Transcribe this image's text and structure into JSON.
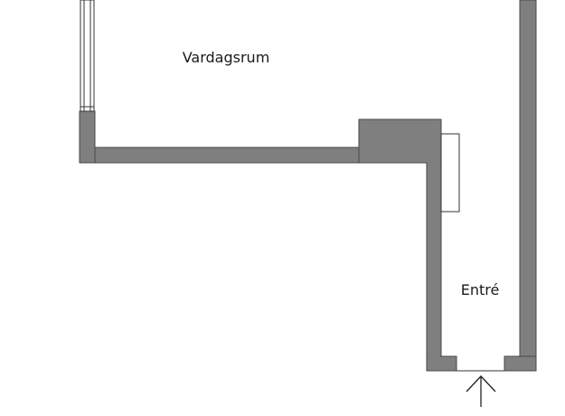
{
  "floor_plan": {
    "rooms": [
      {
        "id": "living-room",
        "label": "Vardagsrum"
      },
      {
        "id": "entrance",
        "label": "Entré"
      }
    ],
    "colors": {
      "wall_fill": "#7f7f7f",
      "wall_stroke": "#4a4a4a",
      "background": "#ffffff",
      "line": "#333333"
    },
    "symbols": {
      "entry_arrow": "arrow-up-icon",
      "window": "window-icon",
      "wardrobe": "wardrobe-icon"
    }
  }
}
